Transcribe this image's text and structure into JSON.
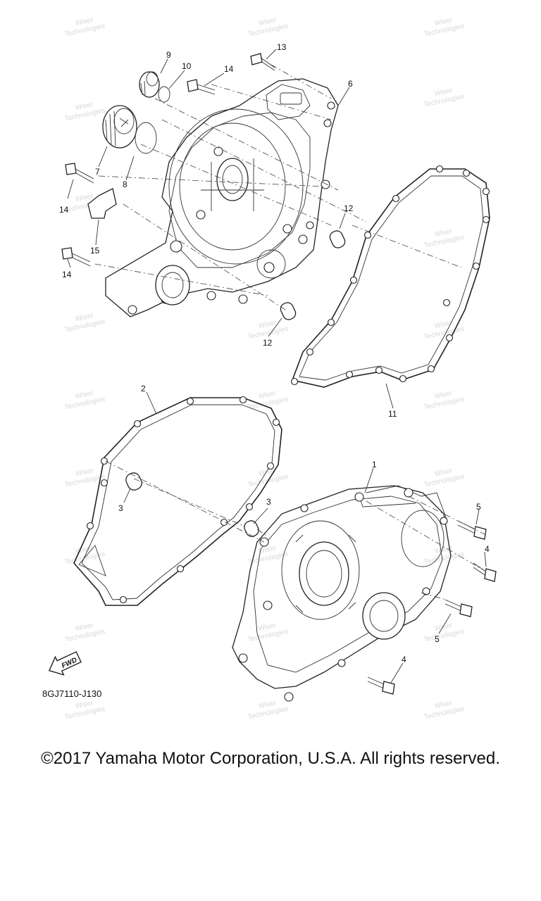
{
  "parts": [
    {
      "ref": "1"
    },
    {
      "ref": "2"
    },
    {
      "ref": "3"
    },
    {
      "ref": "4"
    },
    {
      "ref": "5"
    },
    {
      "ref": "6"
    },
    {
      "ref": "7"
    },
    {
      "ref": "8"
    },
    {
      "ref": "9"
    },
    {
      "ref": "10"
    },
    {
      "ref": "11"
    },
    {
      "ref": "12"
    },
    {
      "ref": "13"
    },
    {
      "ref": "14"
    },
    {
      "ref": "15"
    }
  ],
  "labels": {
    "p1": "1",
    "p2": "2",
    "p3a": "3",
    "p3b": "3",
    "p4a": "4",
    "p4b": "4",
    "p5a": "5",
    "p5b": "5",
    "p6": "6",
    "p7": "7",
    "p8": "8",
    "p9": "9",
    "p10": "10",
    "p11": "11",
    "p12a": "12",
    "p12b": "12",
    "p13": "13",
    "p14a": "14",
    "p14b": "14",
    "p14c": "14",
    "p15": "15"
  },
  "fwd_arrow": {
    "text": "FWD",
    "icon": "fwd-arrow-icon"
  },
  "watermark": {
    "line1": "Wiser",
    "line2": "Technologies"
  },
  "diagram_code": "8GJ7110-J130",
  "copyright": "©2017 Yamaha Motor Corporation, U.S.A. All rights reserved."
}
